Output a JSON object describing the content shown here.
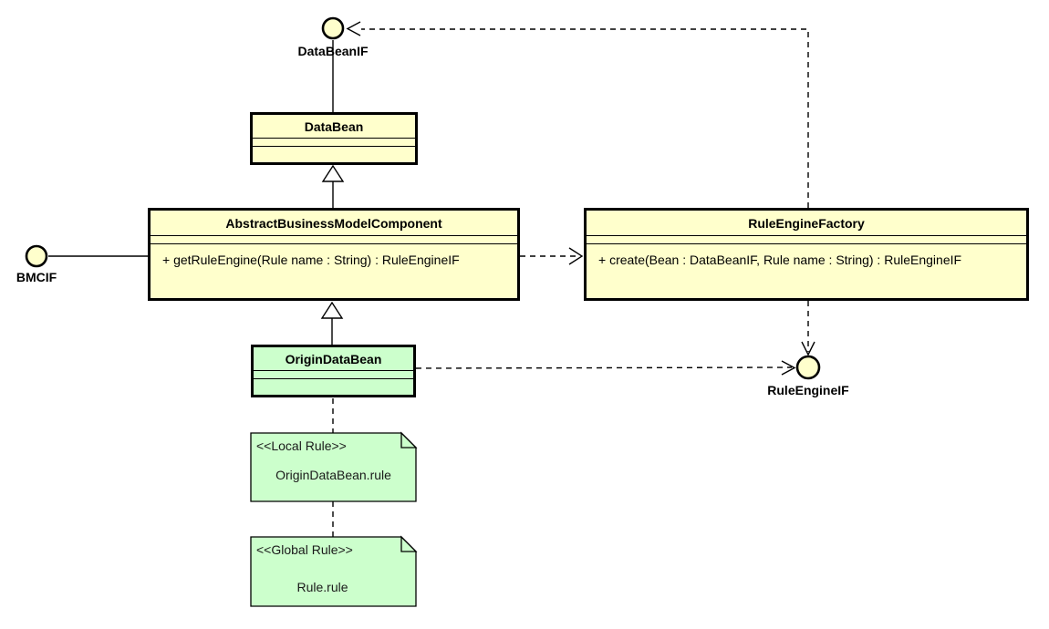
{
  "diagram": {
    "kind": "uml-class-diagram",
    "colors": {
      "class_fill": "#FFFFCC",
      "highlight_class_fill": "#CCFFCC",
      "note_fill": "#CCFFCC",
      "line": "#000000",
      "background": "#FFFFFF"
    },
    "interfaces": [
      {
        "label": "DataBeanIF"
      },
      {
        "label": "BMCIF"
      },
      {
        "label": "RuleEngineIF"
      }
    ],
    "classes": [
      {
        "name": "DataBean",
        "attributes": [],
        "methods": []
      },
      {
        "name": "AbstractBusinessModelComponent",
        "attributes": [],
        "methods": [
          "+ getRuleEngine(Rule name : String) : RuleEngineIF"
        ]
      },
      {
        "name": "RuleEngineFactory",
        "attributes": [],
        "methods": [
          "+ create(Bean : DataBeanIF, Rule name : String) : RuleEngineIF"
        ]
      },
      {
        "name": "OriginDataBean",
        "attributes": [],
        "methods": []
      }
    ],
    "notes": [
      {
        "stereotype": "<<Local Rule>>",
        "text": "OriginDataBean.rule"
      },
      {
        "stereotype": "<<Global Rule>>",
        "text": "Rule.rule"
      }
    ],
    "relationships": [
      {
        "from": "DataBean",
        "to": "DataBeanIF",
        "type": "interface-realization-lollipop"
      },
      {
        "from": "AbstractBusinessModelComponent",
        "to": "DataBean",
        "type": "generalization"
      },
      {
        "from": "AbstractBusinessModelComponent",
        "to": "BMCIF",
        "type": "interface-realization-lollipop"
      },
      {
        "from": "AbstractBusinessModelComponent",
        "to": "RuleEngineFactory",
        "type": "dependency-dashed"
      },
      {
        "from": "RuleEngineFactory",
        "to": "DataBeanIF",
        "type": "dependency-dashed"
      },
      {
        "from": "RuleEngineFactory",
        "to": "RuleEngineIF",
        "type": "dependency-dashed"
      },
      {
        "from": "OriginDataBean",
        "to": "AbstractBusinessModelComponent",
        "type": "generalization"
      },
      {
        "from": "OriginDataBean",
        "to": "RuleEngineIF",
        "type": "dependency-dashed"
      },
      {
        "from": "OriginDataBean",
        "to": "Local Rule note",
        "type": "note-anchor-dashed"
      },
      {
        "from": "Local Rule note",
        "to": "Global Rule note",
        "type": "note-anchor-dashed"
      }
    ]
  }
}
